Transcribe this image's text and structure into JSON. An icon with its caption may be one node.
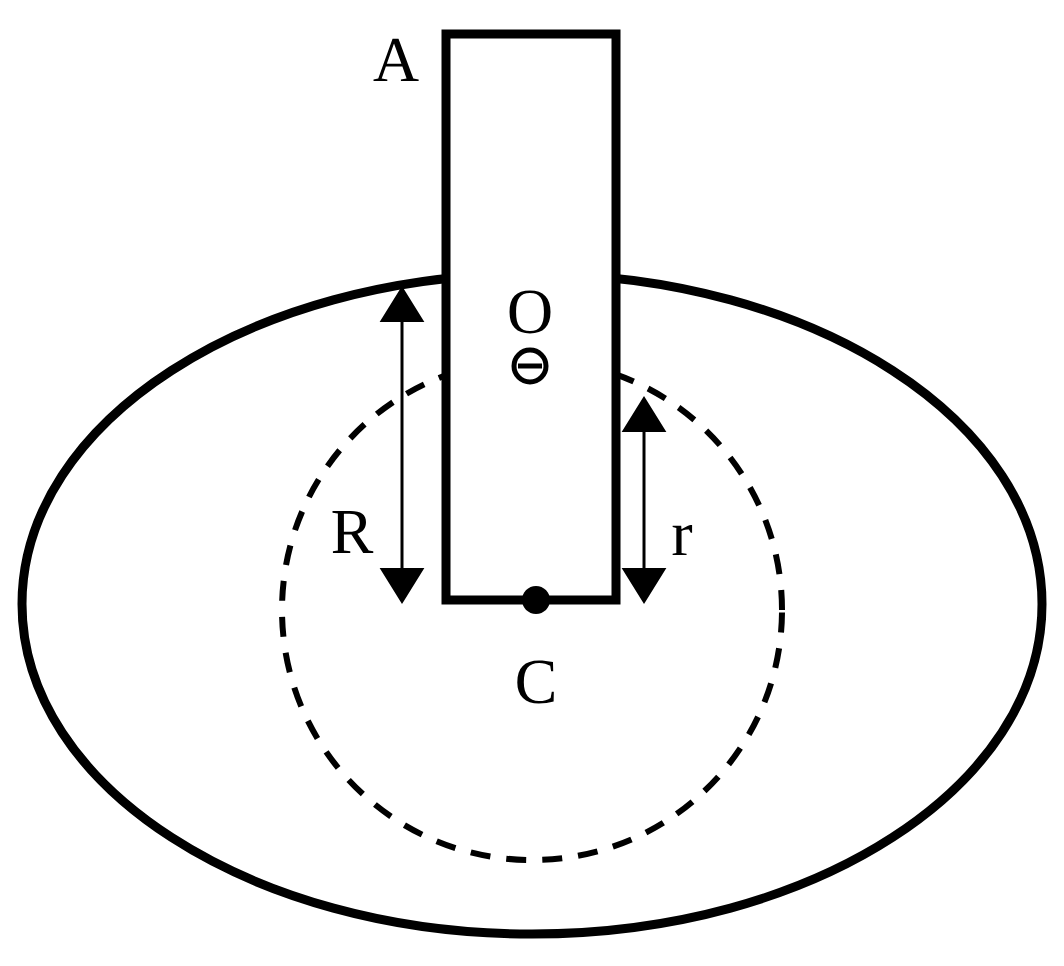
{
  "diagram": {
    "labels": [
      "A",
      "O",
      "R",
      "r",
      "C"
    ]
  }
}
